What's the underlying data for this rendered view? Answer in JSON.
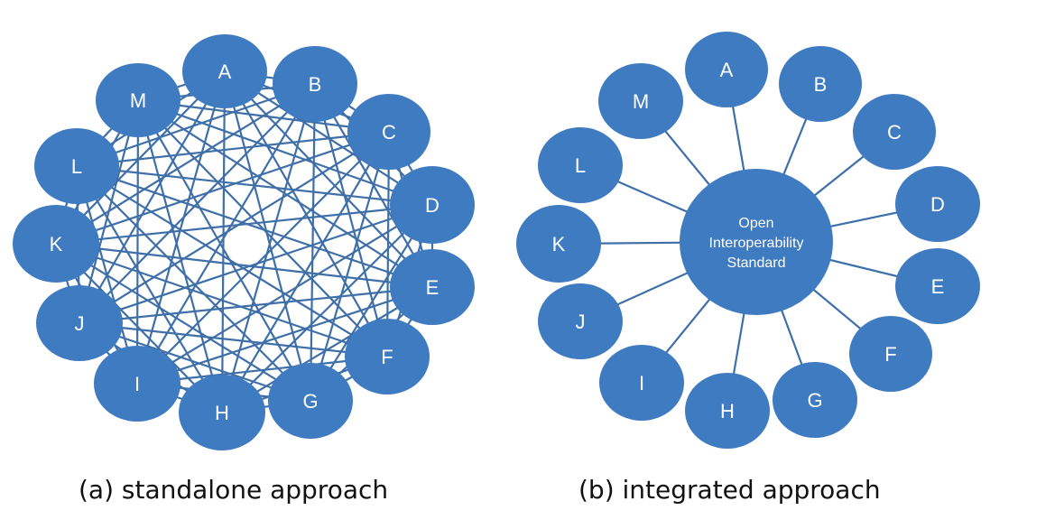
{
  "colors": {
    "node_fill": "#3F7BC1",
    "edge_stroke": "#3F6FA8",
    "label_text": "#FFFFFF",
    "caption_text": "#111111"
  },
  "panel_a": {
    "caption": "(a) standalone approach",
    "connectivity": "full-mesh",
    "nodes": [
      "A",
      "B",
      "C",
      "D",
      "E",
      "F",
      "G",
      "H",
      "I",
      "J",
      "K",
      "L",
      "M"
    ]
  },
  "panel_b": {
    "caption": "(b) integrated approach",
    "connectivity": "hub-and-spoke",
    "hub": {
      "lines": [
        "Open",
        "Interoperability",
        "Standard"
      ]
    },
    "nodes": [
      "A",
      "B",
      "C",
      "D",
      "E",
      "F",
      "G",
      "H",
      "I",
      "J",
      "K",
      "L",
      "M"
    ]
  }
}
